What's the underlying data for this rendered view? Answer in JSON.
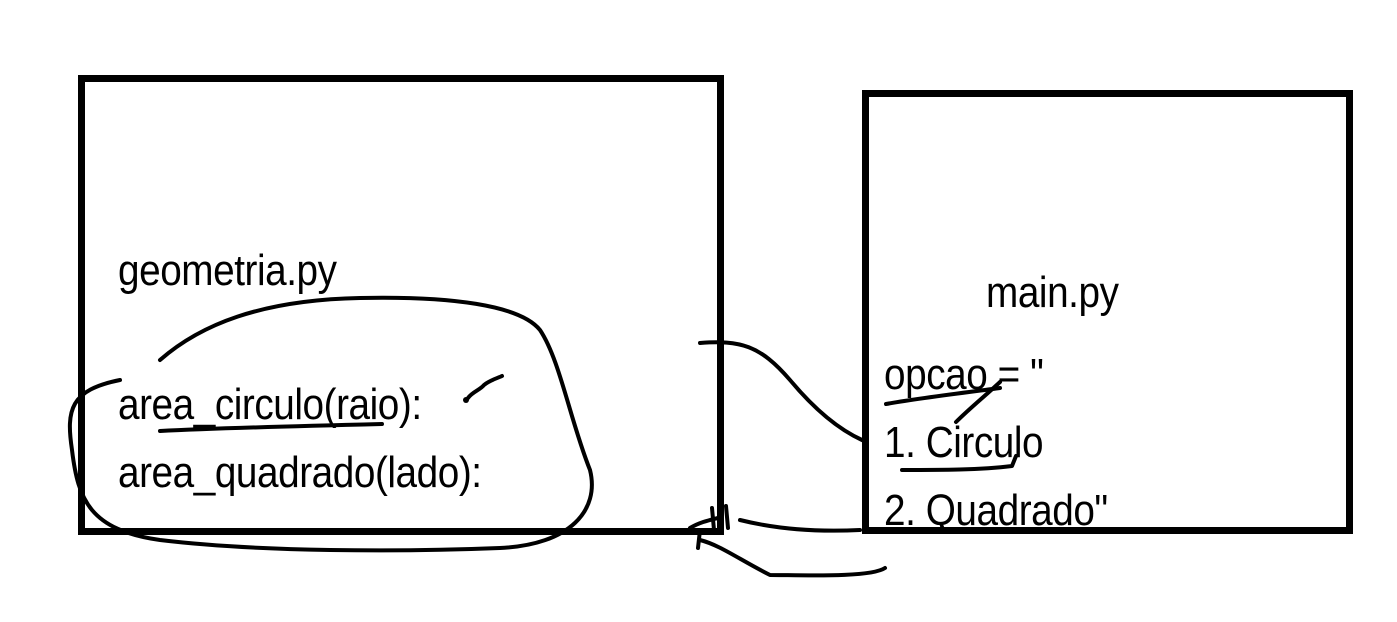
{
  "diagram": {
    "left_file": {
      "title": "geometria.py",
      "functions": [
        "area_circulo(raio):",
        "area_quadrado(lado):"
      ]
    },
    "right_file": {
      "title": "main.py",
      "lines": [
        "opcao = \"",
        "1. Circulo",
        " 2. Quadrado\""
      ]
    }
  }
}
